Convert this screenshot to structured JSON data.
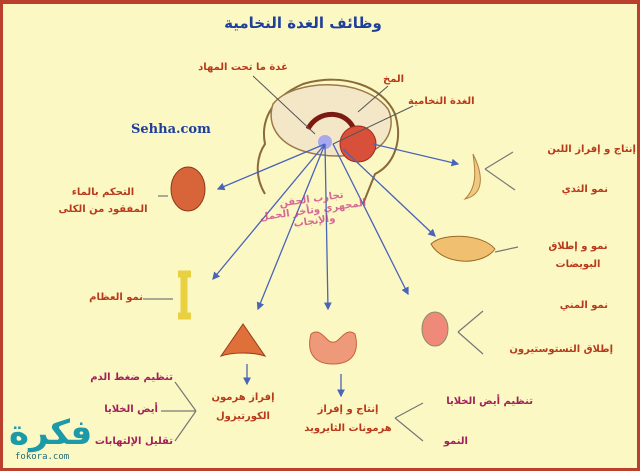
{
  "title": "وظائف الغدة النخامية",
  "source_mark": "Sehha.com",
  "brain_labels": {
    "hypothalamus": "غدة ما تحت المهاد",
    "brain": "المخ",
    "pituitary": "الغدة النخامية"
  },
  "functions": {
    "milk": "إنتاج و إفراز اللبن",
    "breast": "نمو الثدي",
    "kidney_line1": "التحكم بالماء",
    "kidney_line2": "المفقود من الكلى",
    "ovary_line1": "نمو و إطلاق",
    "ovary_line2": "البويضات",
    "bones": "نمو العظام",
    "sperm": "نمو المني",
    "testosterone": "إطلاق التستوستيرون",
    "adrenal_line1": "إفراز هرمون",
    "adrenal_line2": "الكورتيزول",
    "thyroid_line1": "إنتاج و إفراز",
    "thyroid_line2": "هرمونات الثايرويد"
  },
  "adrenal_effects": [
    "تنظيم ضغط الدم",
    "أيض الخلايا",
    "تقليل الإلتهابات"
  ],
  "thyroid_effects": [
    "تنظيم أيض الخلايا",
    "النمو"
  ],
  "watermark": {
    "logo": "فكرة",
    "url": "fokora.com",
    "overlay_text": "تجارب الحقن المجهري وتأخر الحمل والإنجاب"
  },
  "colors": {
    "background": "#fcf8c4",
    "title": "#1f3f9a",
    "label_red": "#b83a1c",
    "effect_pink": "#a0205a",
    "arrow": "#4a64b8",
    "border": "#b8402c"
  }
}
